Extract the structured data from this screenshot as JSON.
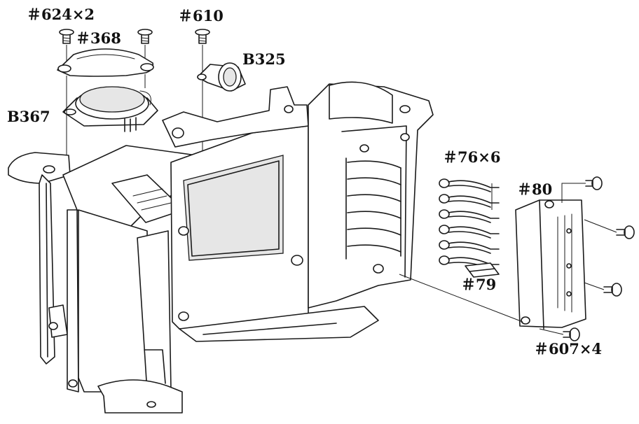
{
  "labels": {
    "screw_624": "＃624×2",
    "cover_368": "＃368",
    "screw_610": "＃610",
    "part_b325": "B325",
    "part_b367": "B367",
    "contacts_76": "＃76×6",
    "contact_79": "＃79",
    "board_80": "＃80",
    "screw_607": "＃607×4"
  }
}
